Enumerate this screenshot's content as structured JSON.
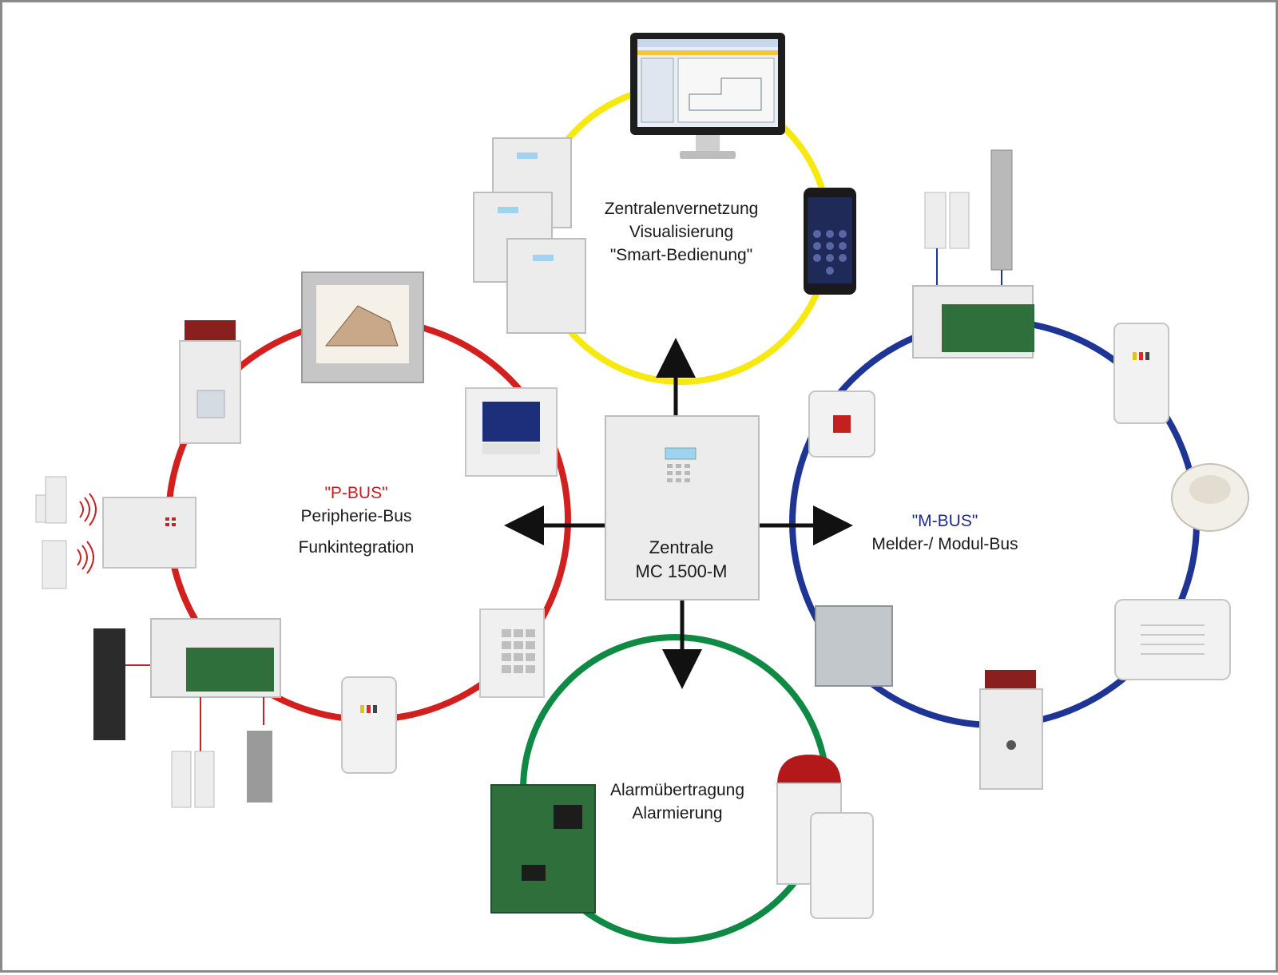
{
  "colors": {
    "yellow_ring": "#f7e80f",
    "red_ring": "#d2201e",
    "blue_ring": "#1f3595",
    "green_ring": "#0f8a45",
    "arrow": "#111111",
    "device_light": "#ececec",
    "device_edge": "#b9b9b9",
    "pcb": "#2f6f3c",
    "siren_red": "#b3191b"
  },
  "labels": {
    "top_line1": "Zentralenvernetzung",
    "top_line2": "Visualisierung",
    "top_line3": "\"Smart-Bedienung\"",
    "left_title": "\"P-BUS\"",
    "left_line1": "Peripherie-Bus",
    "left_line2": "Funkintegration",
    "right_title": "\"M-BUS\"",
    "right_line1": "Melder-/ Modul-Bus",
    "bottom_line1": "Alarmübertragung",
    "bottom_line2": "Alarmierung",
    "center_line1": "Zentrale",
    "center_line2": "MC 1500-M"
  },
  "icons": {
    "monitor": "monitor-icon",
    "smartphone": "smartphone-icon",
    "panel": "control-panel-icon",
    "motion": "motion-detector-icon",
    "smoke": "smoke-detector-icon",
    "siren": "siren-icon",
    "keypad": "keypad-icon",
    "wireless": "wireless-waves-icon"
  }
}
